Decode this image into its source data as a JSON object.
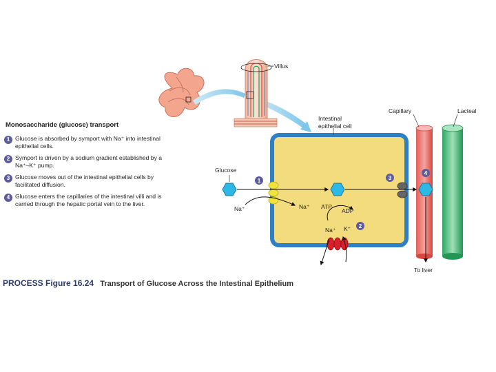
{
  "panel": {
    "title": "Monosaccharide (glucose) transport",
    "steps": [
      {
        "num": "1",
        "text": "Glucose is absorbed by symport with Na⁺ into intestinal epithelial cells."
      },
      {
        "num": "2",
        "text": "Symport is driven by a sodium gradient established by a Na⁺–K⁺ pump."
      },
      {
        "num": "3",
        "text": "Glucose moves out of the intestinal epithelial cells by facilitated diffusion."
      },
      {
        "num": "4",
        "text": "Glucose enters the capillaries of the intestinal villi and is carried through the hepatic portal vein to the liver."
      }
    ]
  },
  "caption": {
    "label": "PROCESS Figure 16.24",
    "title": "Transport of Glucose Across the Intestinal Epithelium"
  },
  "labels": {
    "villus": "Villus",
    "epithelial_line1": "Intestinal",
    "epithelial_line2": "epithelial cell",
    "capillary": "Capillary",
    "lacteal": "Lacteal",
    "glucose": "Glucose",
    "na_outside": "Na⁺",
    "na_inside": "Na⁺",
    "atp": "ATP",
    "adp": "ADP",
    "na_pump": "Na⁺",
    "k_pump": "K⁺",
    "to_liver": "To liver"
  },
  "markers": {
    "m1": "1",
    "m2": "2",
    "m3": "3",
    "m4": "4"
  },
  "colors": {
    "step_badge": "#5d5c9f",
    "cell_fill": "#f3dc7e",
    "cell_border": "#2f7fc6",
    "glucose": "#2eb8e6",
    "symporter": "#f2e33a",
    "pump": "#d9202a",
    "carrier": "#555555",
    "capillary": "#e8706b",
    "lacteal": "#3dbb73",
    "intestine": "#f3a58e"
  }
}
